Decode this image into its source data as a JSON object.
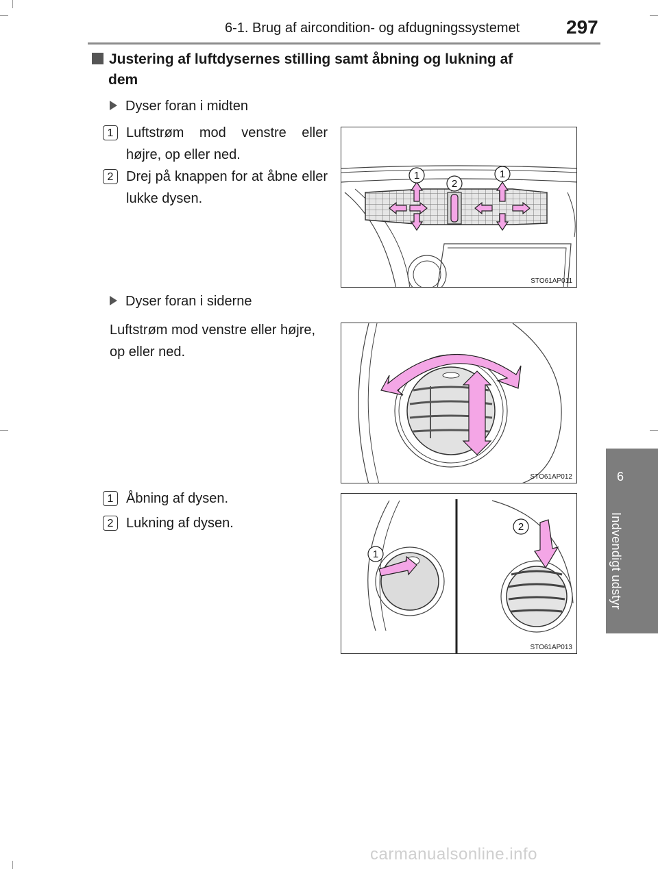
{
  "header": {
    "chapter": "6-1. Brug af aircondition- og afdugningssystemet",
    "page_number": "297"
  },
  "sidebar": {
    "chapter_number": "6",
    "chapter_label": "Indvendigt udstyr"
  },
  "section": {
    "title_line1": "Justering af luftdysernes stilling samt åbning og lukning af",
    "title_line2": "dem"
  },
  "center_vents": {
    "heading": "Dyser foran i midten",
    "steps": [
      {
        "num": "1",
        "text": "Luftstrøm mod venstre eller højre, op eller ned."
      },
      {
        "num": "2",
        "text": "Drej på knappen for at åbne eller lukke dysen."
      }
    ],
    "figure_code": "STO61AP011",
    "callouts": [
      "1",
      "2",
      "1"
    ]
  },
  "side_vents": {
    "heading": "Dyser foran i siderne",
    "description": "Luftstrøm mod venstre eller højre, op eller ned.",
    "figure_code": "STO61AP012"
  },
  "open_close": {
    "steps": [
      {
        "num": "1",
        "text": "Åbning af dysen."
      },
      {
        "num": "2",
        "text": "Lukning af dysen."
      }
    ],
    "figure_code": "STO61AP013",
    "callouts": [
      "1",
      "2"
    ]
  },
  "colors": {
    "arrow_fill": "#f4a6e6",
    "sidebar_tab": "#7d7d7d",
    "rule": "#8c8c8c"
  },
  "watermark": "carmanualsonline.info"
}
